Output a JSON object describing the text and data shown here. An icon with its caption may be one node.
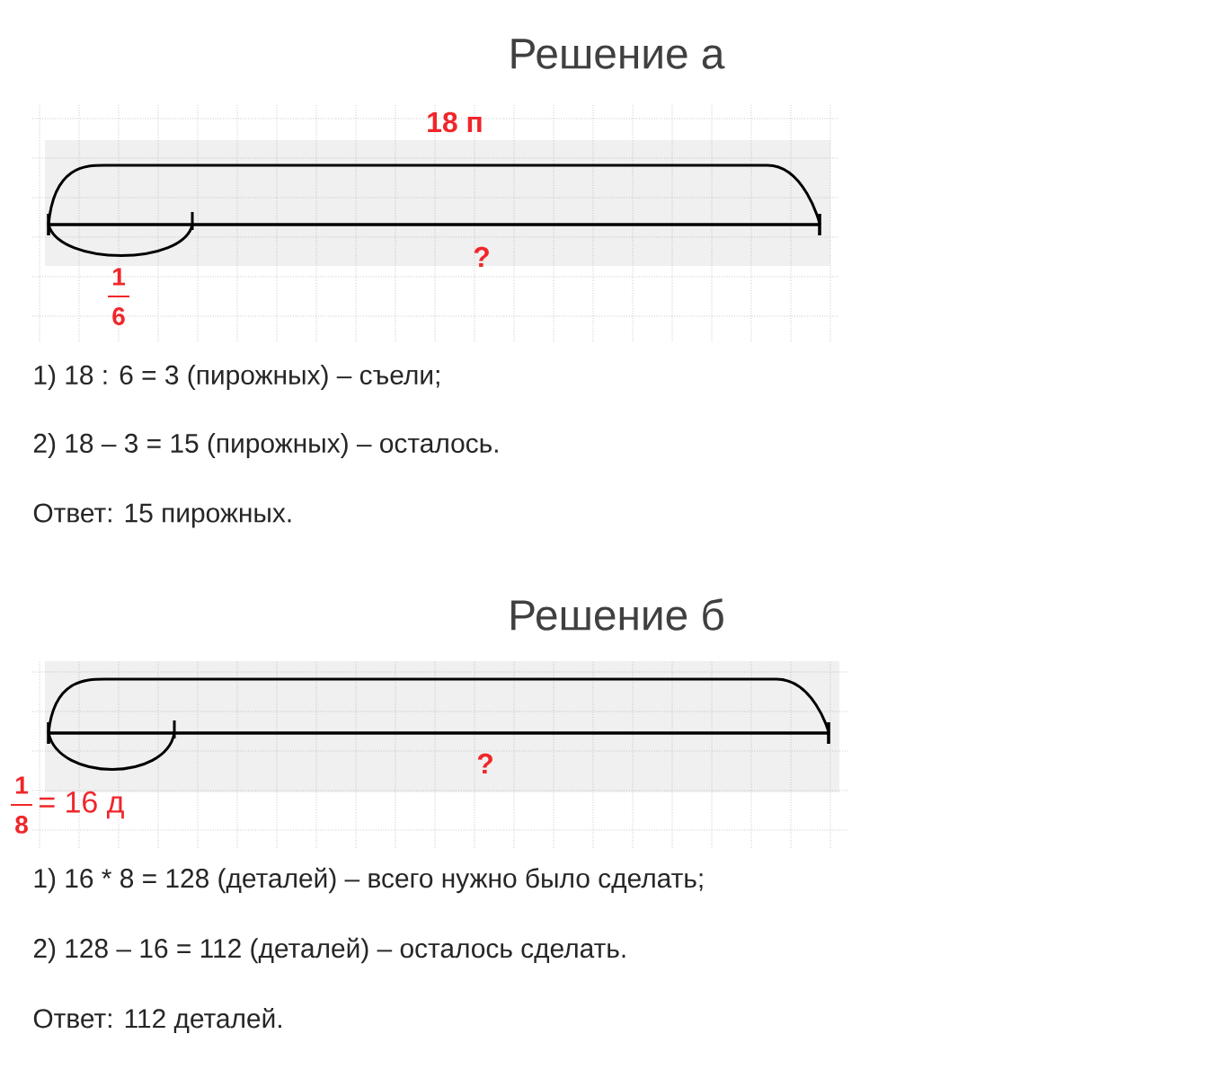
{
  "diagram": {
    "labels": [
      "Решение а",
      "18 п",
      "?",
      "1",
      "6",
      "1) 18 : 6 = 3 (пирожных) – съели;",
      "2) 18 – 3 = 15 (пирожных) – осталось.",
      "Ответ: 15 пирожных.",
      "Решение б",
      "?",
      "1",
      "8",
      "= 16 д",
      "1) 16 * 8 = 128 (деталей) – всего нужно было сделать;",
      "2) 128 – 16 = 112 (деталей) – осталось сделать.",
      "Ответ: 112 деталей."
    ]
  }
}
